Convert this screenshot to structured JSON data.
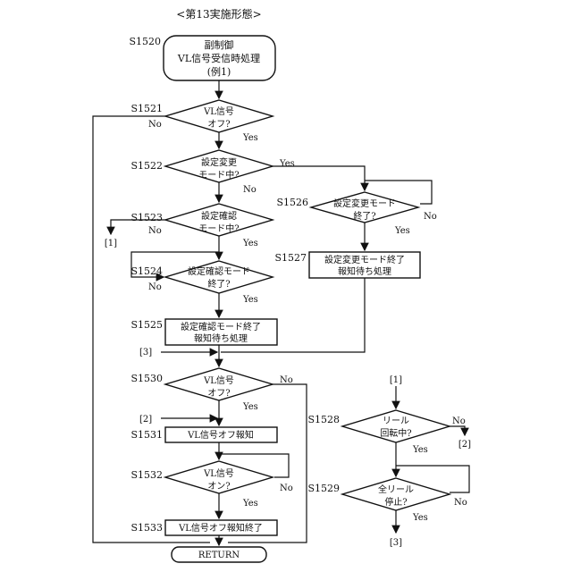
{
  "title": "<第13実施形態>",
  "start": {
    "step": "S1520",
    "lines": [
      "副制御",
      "VL信号受信時処理",
      "(例1)"
    ]
  },
  "decisions": {
    "d1521": {
      "step": "S1521",
      "lines": [
        "VL信号",
        "オフ?"
      ],
      "yes": "Yes",
      "no": "No"
    },
    "d1522": {
      "step": "S1522",
      "lines": [
        "設定変更",
        "モード中?"
      ],
      "yes": "Yes",
      "no": "No"
    },
    "d1523": {
      "step": "S1523",
      "lines": [
        "設定確認",
        "モード中?"
      ],
      "yes": "Yes",
      "no": "No"
    },
    "d1524": {
      "step": "S1524",
      "lines": [
        "設定確認モード",
        "終了?"
      ],
      "yes": "Yes",
      "no": "No"
    },
    "d1526": {
      "step": "S1526",
      "lines": [
        "設定変更モード",
        "終了?"
      ],
      "yes": "Yes",
      "no": "No"
    },
    "d1530": {
      "step": "S1530",
      "lines": [
        "VL信号",
        "オフ?"
      ],
      "yes": "Yes",
      "no": "No"
    },
    "d1532": {
      "step": "S1532",
      "lines": [
        "VL信号",
        "オン?"
      ],
      "yes": "Yes",
      "no": "No"
    },
    "d1528": {
      "step": "S1528",
      "lines": [
        "リール",
        "回転中?"
      ],
      "yes": "Yes",
      "no": "No"
    },
    "d1529": {
      "step": "S1529",
      "lines": [
        "全リール",
        "停止?"
      ],
      "yes": "Yes",
      "no": "No"
    }
  },
  "processes": {
    "p1525": {
      "step": "S1525",
      "lines": [
        "設定確認モード終了",
        "報知待ち処理"
      ]
    },
    "p1527": {
      "step": "S1527",
      "lines": [
        "設定変更モード終了",
        "報知待ち処理"
      ]
    },
    "p1531": {
      "step": "S1531",
      "lines": [
        "VL信号オフ報知"
      ]
    },
    "p1533": {
      "step": "S1533",
      "lines": [
        "VL信号オフ報知終了"
      ]
    }
  },
  "connectors": {
    "c1": "[1]",
    "c2": "[2]",
    "c3": "[3]"
  },
  "end_label": "RETURN"
}
